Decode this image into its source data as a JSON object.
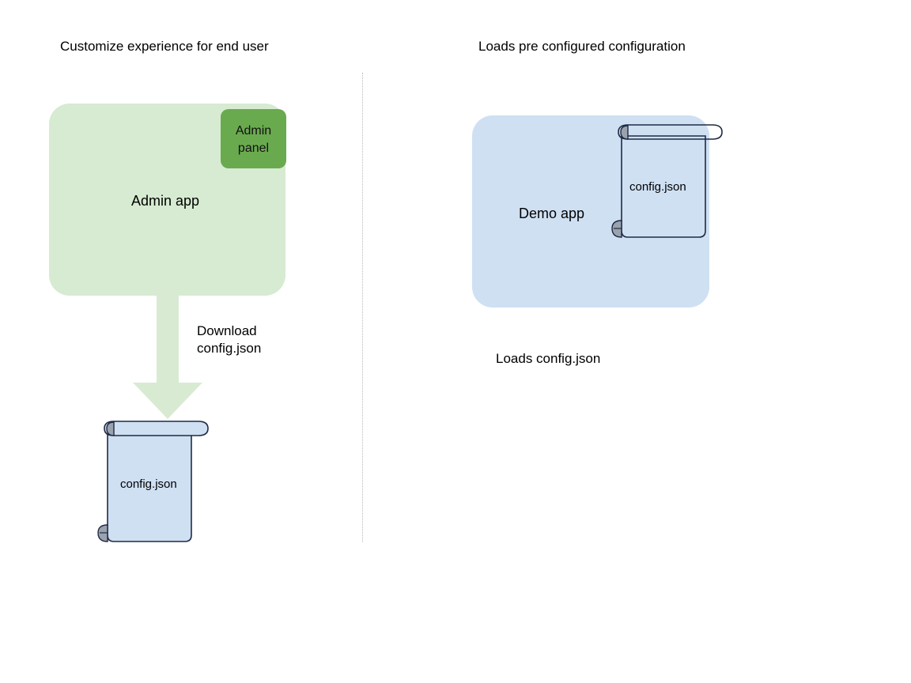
{
  "diagram": {
    "background_color": "#ffffff",
    "columns": {
      "left": {
        "heading": "Customize experience for end user",
        "app": {
          "label": "Admin app",
          "fill_color": "#d6ebd1"
        },
        "panel": {
          "label_line1": "Admin",
          "label_line2": "panel",
          "fill_color": "#6aaa4f"
        },
        "arrow": {
          "label_line1": "Download",
          "label_line2": "config.json",
          "fill_color": "#d9ead3",
          "direction": "down"
        },
        "document": {
          "label": "config.json",
          "fill_color": "#cfe0f3",
          "stroke_color": "#1f2a44",
          "curl_color": "#9aa3ad"
        }
      },
      "right": {
        "heading": "Loads pre configured configuration",
        "app": {
          "label": "Demo app",
          "fill_color": "#cfe0f3"
        },
        "document": {
          "label": "config.json",
          "fill_color": "transparent",
          "stroke_color": "#1f2a44",
          "curl_color": "#9aa3ad"
        },
        "caption": "Loads config.json"
      }
    },
    "divider": {
      "style": "dotted",
      "color": "#b9b9b9"
    }
  }
}
